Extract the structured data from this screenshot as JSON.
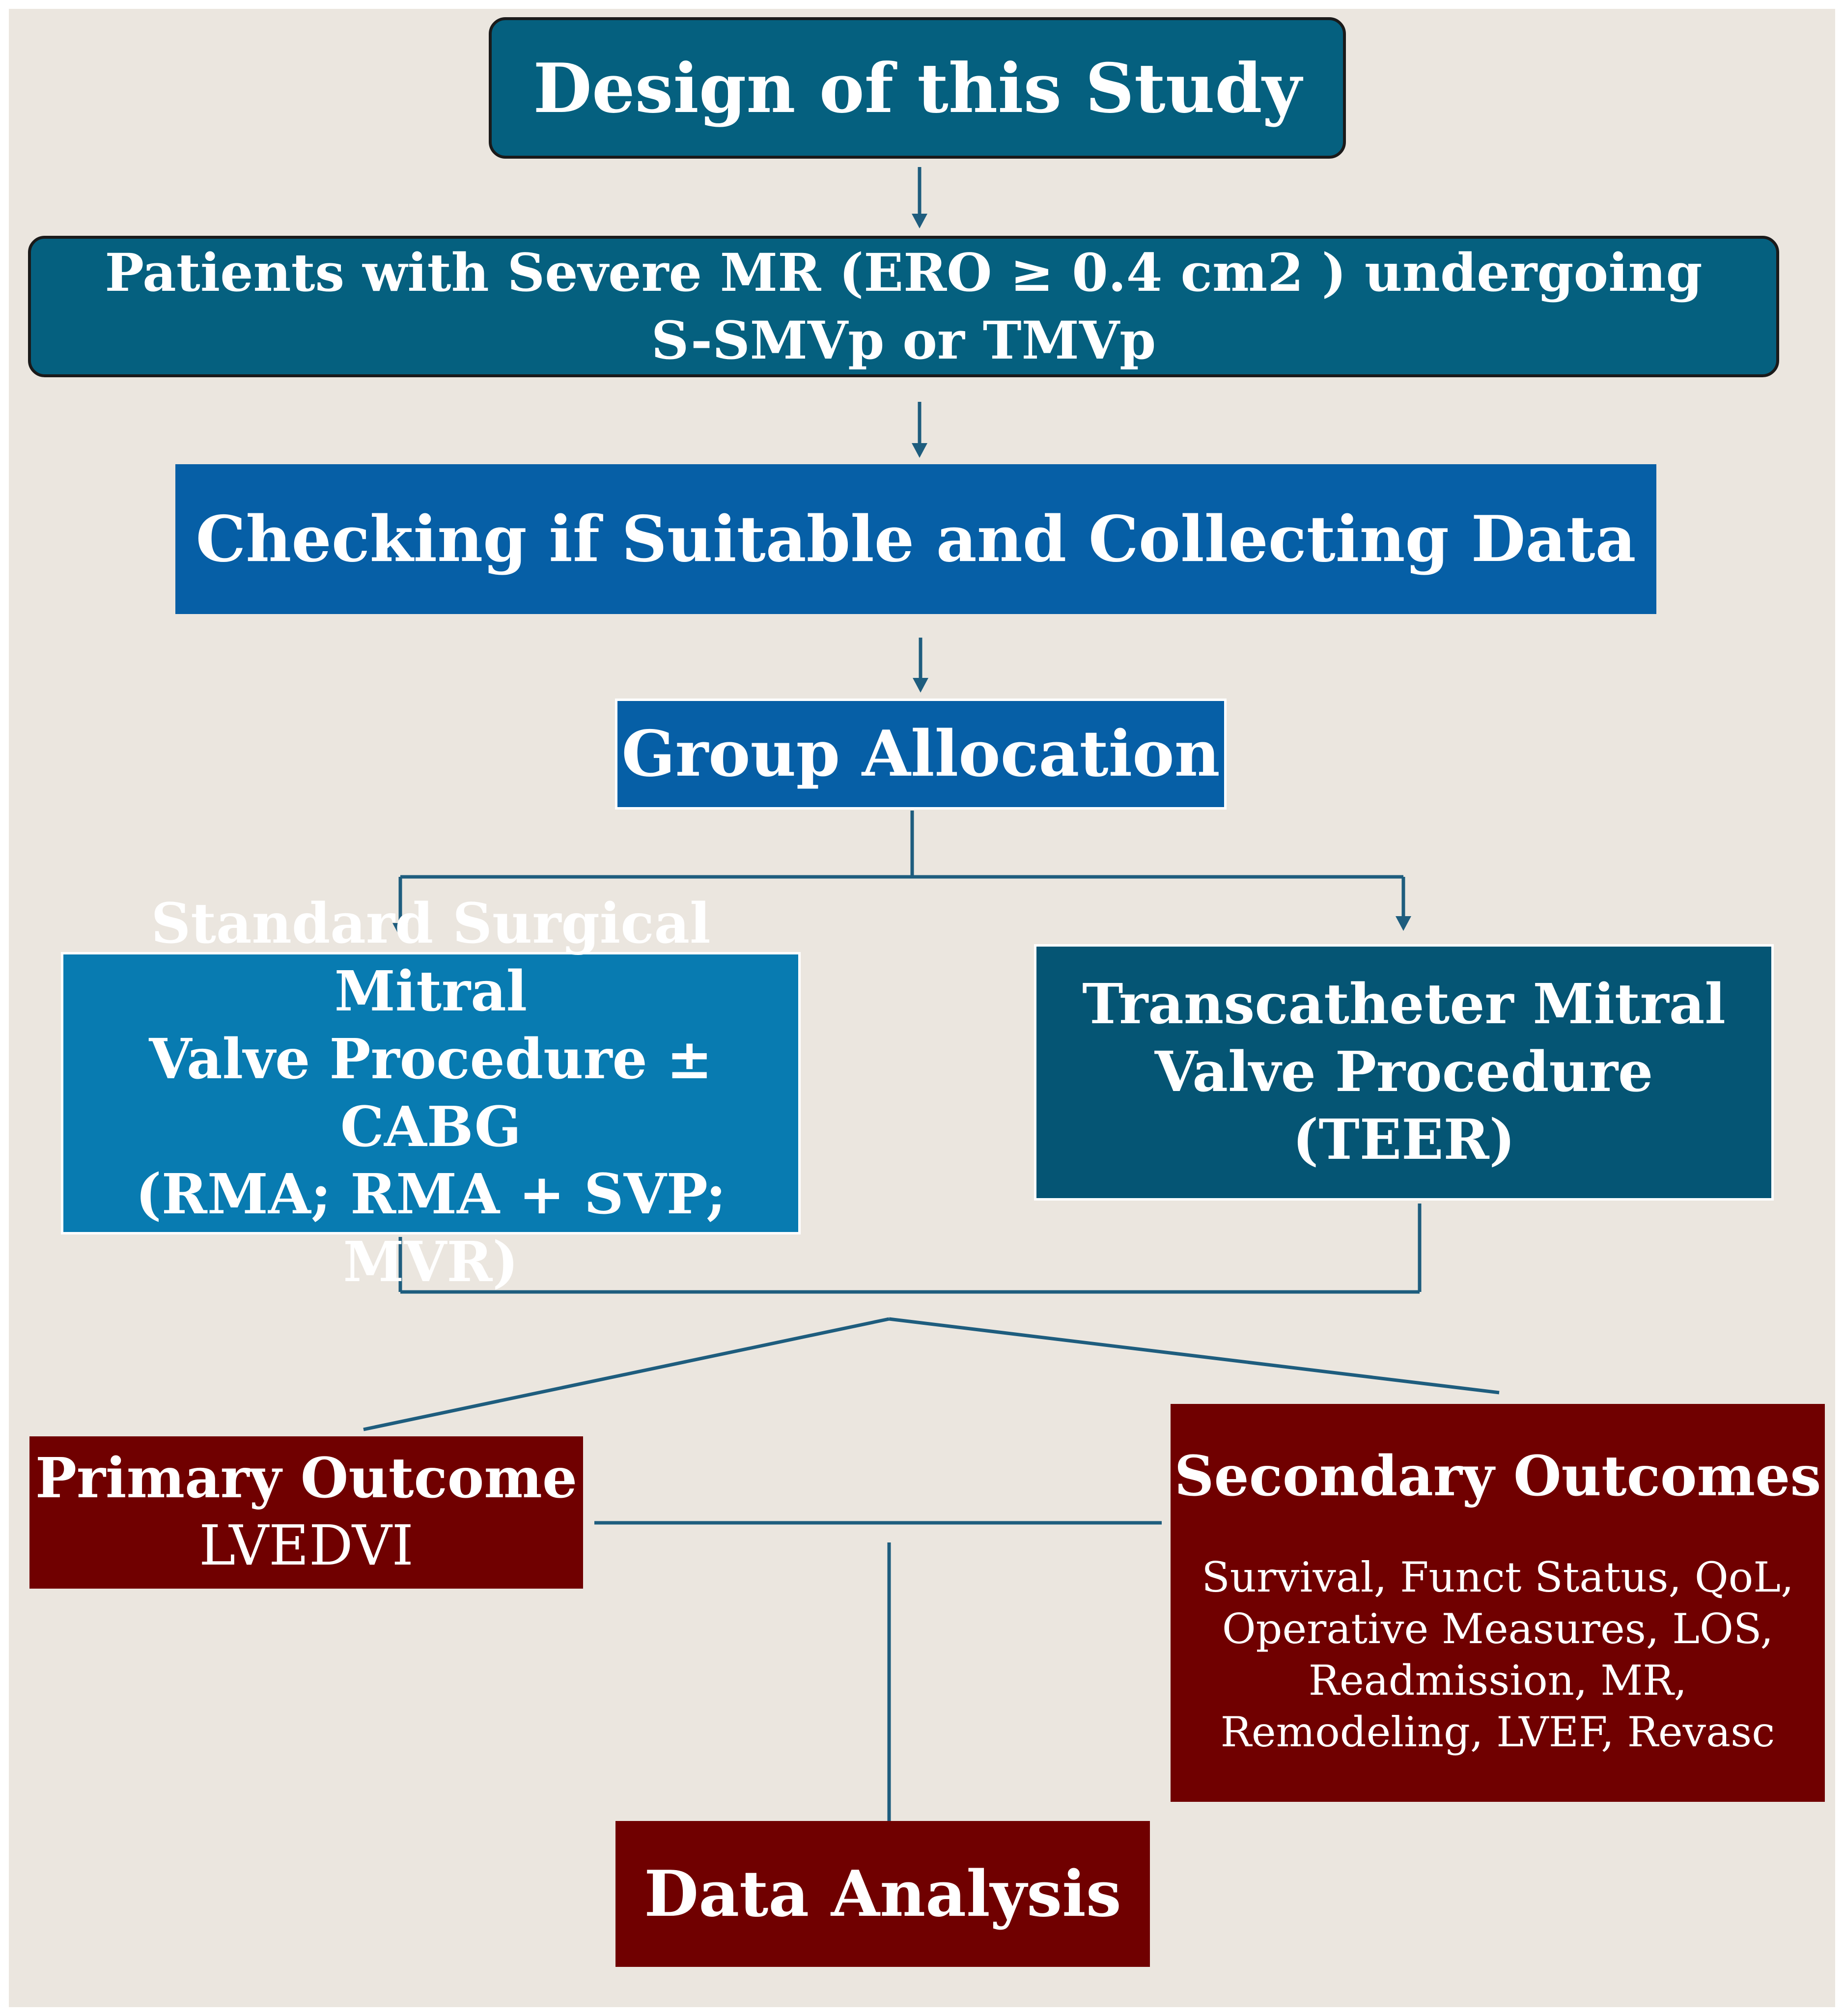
{
  "diagram": {
    "title": "Design of this Study",
    "patients": {
      "line1": "Patients with Severe MR (ERO ≥ 0.4 cm2 ) undergoing",
      "line2": "S-SMVp or TMVp"
    },
    "checking": "Checking if Suitable and Collecting Data",
    "group_allocation": "Group Allocation",
    "surgical": {
      "line1": "Standard Surgical Mitral",
      "line2": "Valve Procedure ± CABG",
      "line3": "(RMA; RMA + SVP;",
      "line4": "MVR)"
    },
    "transcatheter": {
      "line1": "Transcatheter Mitral",
      "line2": "Valve Procedure",
      "line3": "(TEER)"
    },
    "primary": {
      "title": "Primary Outcome",
      "value": "LVEDVI"
    },
    "secondary": {
      "title": "Secondary Outcomes",
      "line1": "Survival, Funct Status, QoL,",
      "line2": "Operative Measures, LOS,",
      "line3": "Readmission, MR,",
      "line4": "Remodeling, LVEF, Revasc"
    },
    "analysis": "Data Analysis"
  },
  "colors": {
    "background": "#EBE6DF",
    "teal_dark": "#05607F",
    "blue": "#065FA6",
    "light_blue": "#087BB1",
    "dark_teal": "#055574",
    "maroon": "#700000",
    "connector": "#1E5D7E"
  }
}
